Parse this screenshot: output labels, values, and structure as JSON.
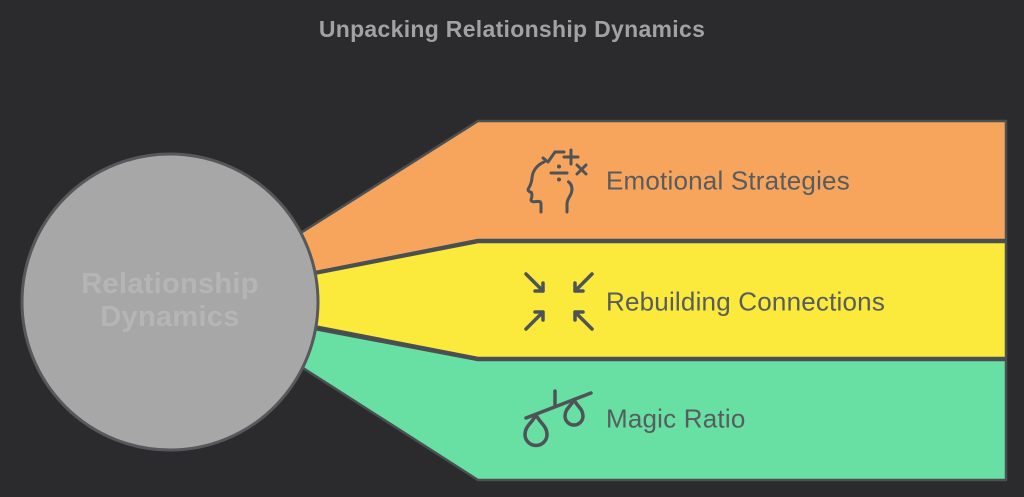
{
  "title": "Unpacking Relationship Dynamics",
  "center_node": {
    "label": "Relationship Dynamics",
    "line1": "Relationship",
    "line2": "Dynamics",
    "fill": "#a7a7a7",
    "stroke": "#57585b",
    "text_color": "#b5b5b5"
  },
  "branches": [
    {
      "label": "Emotional Strategies",
      "icon": "head-with-math-symbols-icon",
      "color": "#f7a55c"
    },
    {
      "label": "Rebuilding Connections",
      "icon": "converging-arrows-icon",
      "color": "#fbe93b"
    },
    {
      "label": "Magic Ratio",
      "icon": "balance-scale-icon",
      "color": "#68e0a3"
    }
  ],
  "colors": {
    "background": "#2b2b2d",
    "band_stroke": "#4a4f52",
    "icon_stroke": "#4e5357",
    "label_text": "#575c60",
    "title_text": "#a2a2a3"
  }
}
